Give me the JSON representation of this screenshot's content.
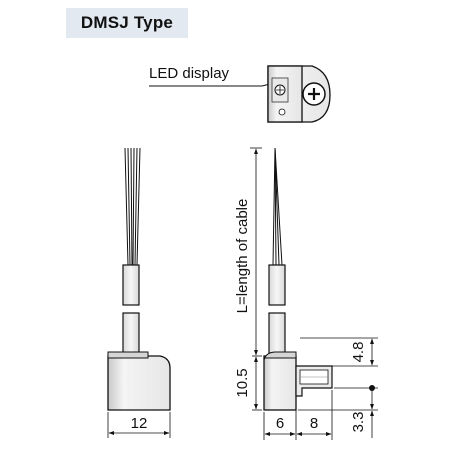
{
  "header": {
    "title": "DMSJ Type"
  },
  "callout": {
    "led_label": "LED display"
  },
  "dimensions": {
    "cable_length": "L=length of cable",
    "body_width": "12",
    "height_total": "10.5",
    "height_top": "4.8",
    "height_bottom": "3.3",
    "width_left": "6",
    "width_right": "8"
  },
  "colors": {
    "title_bg": "#e3e9f1",
    "line": "#111111",
    "body_fill": "#f2f2f2",
    "shade": "#bdbdbd"
  }
}
